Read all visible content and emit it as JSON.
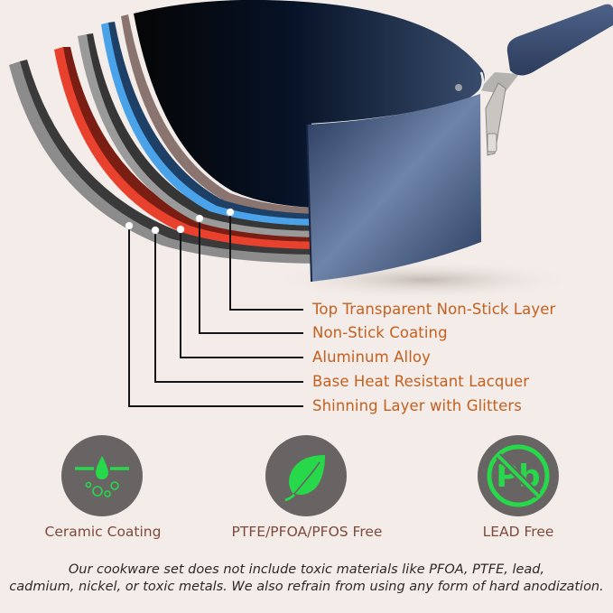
{
  "diagram": {
    "subject": "saucepan cross-section",
    "layers": [
      {
        "label": "Top Transparent Non-Stick Layer",
        "color": "#8a7470"
      },
      {
        "label": "Non-Stick Coating",
        "color": "#4aa3e8"
      },
      {
        "label": "Aluminum Alloy",
        "color": "#3a3a3a"
      },
      {
        "label": "Base Heat Resistant Lacquer",
        "color": "#e8412e"
      },
      {
        "label": "Shinning Layer with Glitters",
        "color": "#8c8c8c"
      }
    ],
    "label_color": "#c4601f"
  },
  "features": [
    {
      "icon": "ceramic-drop-icon",
      "label": "Ceramic Coating"
    },
    {
      "icon": "leaf-icon",
      "label": "PTFE/PFOA/PFOS Free"
    },
    {
      "icon": "no-lead-pb-icon",
      "label": "LEAD Free"
    }
  ],
  "colors": {
    "background": "#f3ece8",
    "badge": "#686463",
    "icon_green": "#27d84a",
    "pan_blue": "#3b4f72"
  },
  "disclaimer": {
    "line1": "Our cookware set does not include toxic materials like PFOA, PTFE, lead,",
    "line2": "cadmium, nickel, or toxic metals. We also refrain from using any form of hard anodization."
  }
}
